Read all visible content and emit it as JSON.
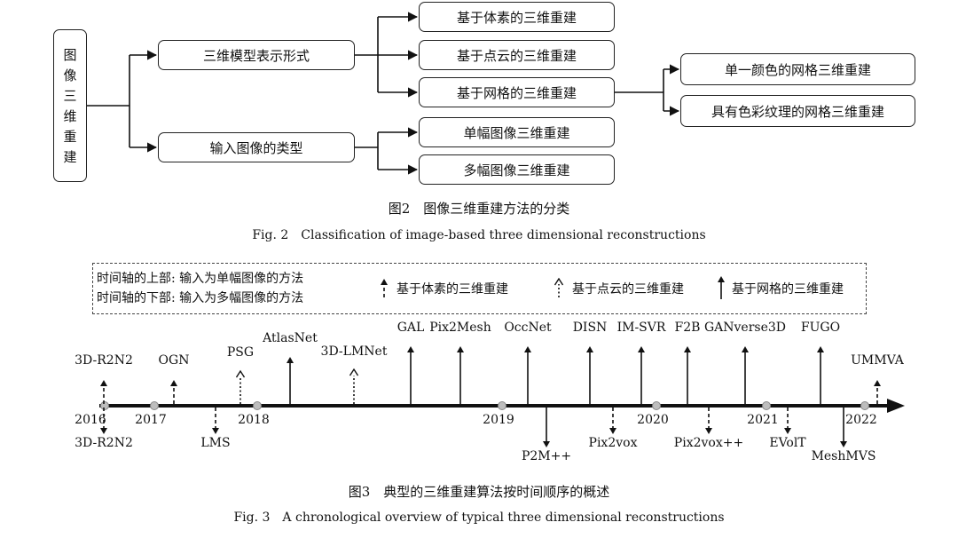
{
  "fig2": {
    "root_chars": [
      "图",
      "像",
      "三",
      "维",
      "重",
      "建"
    ],
    "mid1": "三维模型表示形式",
    "mid2": "输入图像的类型",
    "leaf_voxel": "基于体素的三维重建",
    "leaf_point": "基于点云的三维重建",
    "leaf_mesh": "基于网格的三维重建",
    "leaf_single": "单幅图像三维重建",
    "leaf_multi": "多幅图像三维重建",
    "sub_mesh1": "单一颜色的网格三维重建",
    "sub_mesh2": "具有色彩纹理的网格三维重建",
    "caption_cn": "图2　图像三维重建方法的分类",
    "caption_en": "Fig. 2　Classification of image-based three dimensional reconstructions"
  },
  "fig3": {
    "legend": {
      "line1": "时间轴的上部: 输入为单幅图像的方法",
      "line2": "时间轴的下部: 输入为多幅图像的方法",
      "voxel": "基于体素的三维重建",
      "point": "基于点云的三维重建",
      "mesh": "基于网格的三维重建"
    },
    "years": [
      "2016",
      "2017",
      "2018",
      "2019",
      "2020",
      "2021",
      "2022"
    ],
    "above": [
      {
        "label": "3D-R2N2",
        "style": "dash"
      },
      {
        "label": "OGN",
        "style": "dash"
      },
      {
        "label": "PSG",
        "style": "dot"
      },
      {
        "label": "AtlasNet",
        "style": "solid"
      },
      {
        "label": "3D-LMNet",
        "style": "dot"
      },
      {
        "label": "GAL",
        "style": "solid"
      },
      {
        "label": "Pix2Mesh",
        "style": "solid"
      },
      {
        "label": "OccNet",
        "style": "solid"
      },
      {
        "label": "DISN",
        "style": "solid"
      },
      {
        "label": "IM-SVR",
        "style": "solid"
      },
      {
        "label": "F2B",
        "style": "solid"
      },
      {
        "label": "GANverse3D",
        "style": "solid"
      },
      {
        "label": "FUGO",
        "style": "solid"
      },
      {
        "label": "UMMVA",
        "style": "dash"
      }
    ],
    "below": [
      {
        "label": "3D-R2N2",
        "style": "dash"
      },
      {
        "label": "LMS",
        "style": "dash"
      },
      {
        "label": "P2M++",
        "style": "solid"
      },
      {
        "label": "Pix2vox",
        "style": "dash"
      },
      {
        "label": "Pix2vox++",
        "style": "dash"
      },
      {
        "label": "EVolT",
        "style": "dash"
      },
      {
        "label": "MeshMVS",
        "style": "solid"
      }
    ],
    "caption_cn": "图3　典型的三维重建算法按时间顺序的概述",
    "caption_en": "Fig. 3　A chronological overview of typical three dimensional reconstructions"
  }
}
